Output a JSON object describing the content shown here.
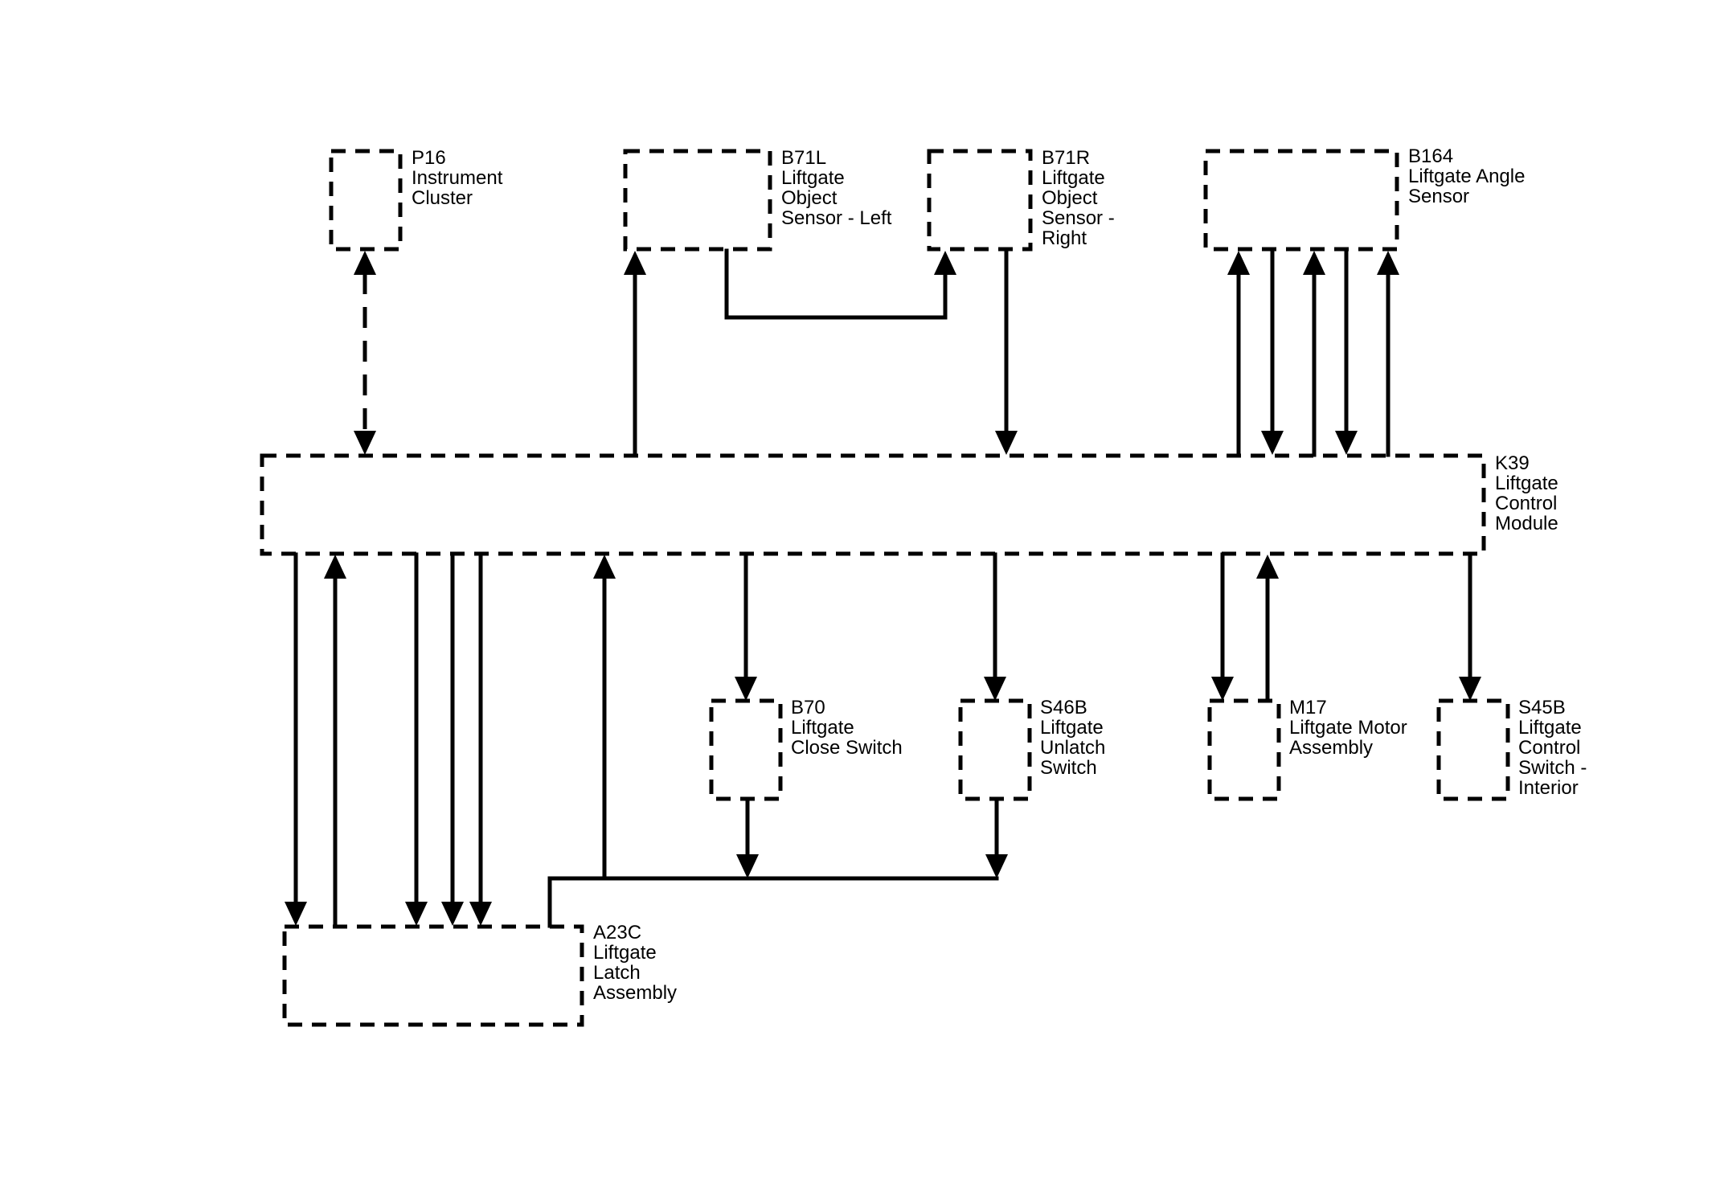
{
  "colors": {
    "line": "#000000",
    "background": "#ffffff"
  },
  "components": {
    "p16": {
      "id": "P16",
      "lines": [
        "Instrument",
        "Cluster"
      ]
    },
    "b71l": {
      "id": "B71L",
      "lines": [
        "Liftgate",
        "Object",
        "Sensor - Left"
      ]
    },
    "b71r": {
      "id": "B71R",
      "lines": [
        "Liftgate",
        "Object",
        "Sensor -",
        "Right"
      ]
    },
    "b164": {
      "id": "B164",
      "lines": [
        "Liftgate Angle",
        "Sensor"
      ]
    },
    "k39": {
      "id": "K39",
      "lines": [
        "Liftgate",
        "Control",
        "Module"
      ]
    },
    "b70": {
      "id": "B70",
      "lines": [
        "Liftgate",
        "Close Switch"
      ]
    },
    "s46b": {
      "id": "S46B",
      "lines": [
        "Liftgate",
        "Unlatch",
        "Switch"
      ]
    },
    "m17": {
      "id": "M17",
      "lines": [
        "Liftgate Motor",
        "Assembly"
      ]
    },
    "s45b": {
      "id": "S45B",
      "lines": [
        "Liftgate",
        "Control",
        "Switch -",
        "Interior"
      ]
    },
    "a23c": {
      "id": "A23C",
      "lines": [
        "Liftgate",
        "Latch",
        "Assembly"
      ]
    }
  }
}
